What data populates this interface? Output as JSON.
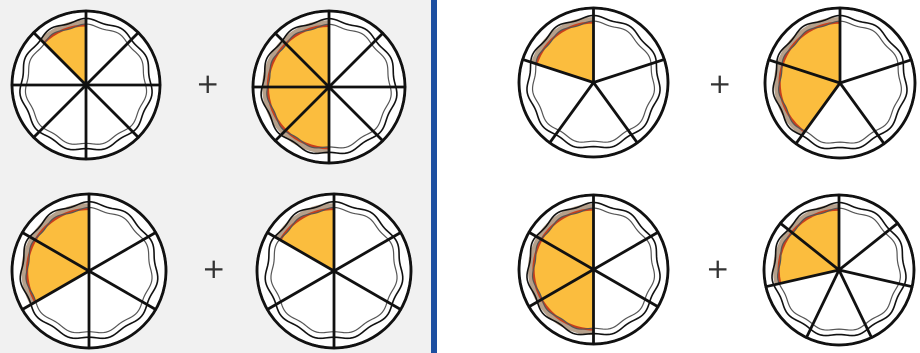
{
  "colors": {
    "filling": "#fbbd3e",
    "crust": "#b5a08b",
    "sauce": "#c8401c",
    "outline": "#111111",
    "plate": "#ffffff",
    "divider": "#1c4fa0",
    "left_background": "#f1f1f1",
    "right_background": "#ffffff"
  },
  "operator": "+",
  "problems": [
    {
      "panel": "left",
      "row": 1,
      "left": {
        "slices": 8,
        "shaded": 1
      },
      "right": {
        "slices": 8,
        "shaded": 4
      }
    },
    {
      "panel": "left",
      "row": 2,
      "left": {
        "slices": 6,
        "shaded": 2
      },
      "right": {
        "slices": 6,
        "shaded": 1
      }
    },
    {
      "panel": "right",
      "row": 1,
      "left": {
        "slices": 5,
        "shaded": 1
      },
      "right": {
        "slices": 5,
        "shaded": 2
      }
    },
    {
      "panel": "right",
      "row": 2,
      "left": {
        "slices": 6,
        "shaded": 3
      },
      "right": {
        "slices": 7,
        "shaded": 2
      }
    }
  ]
}
